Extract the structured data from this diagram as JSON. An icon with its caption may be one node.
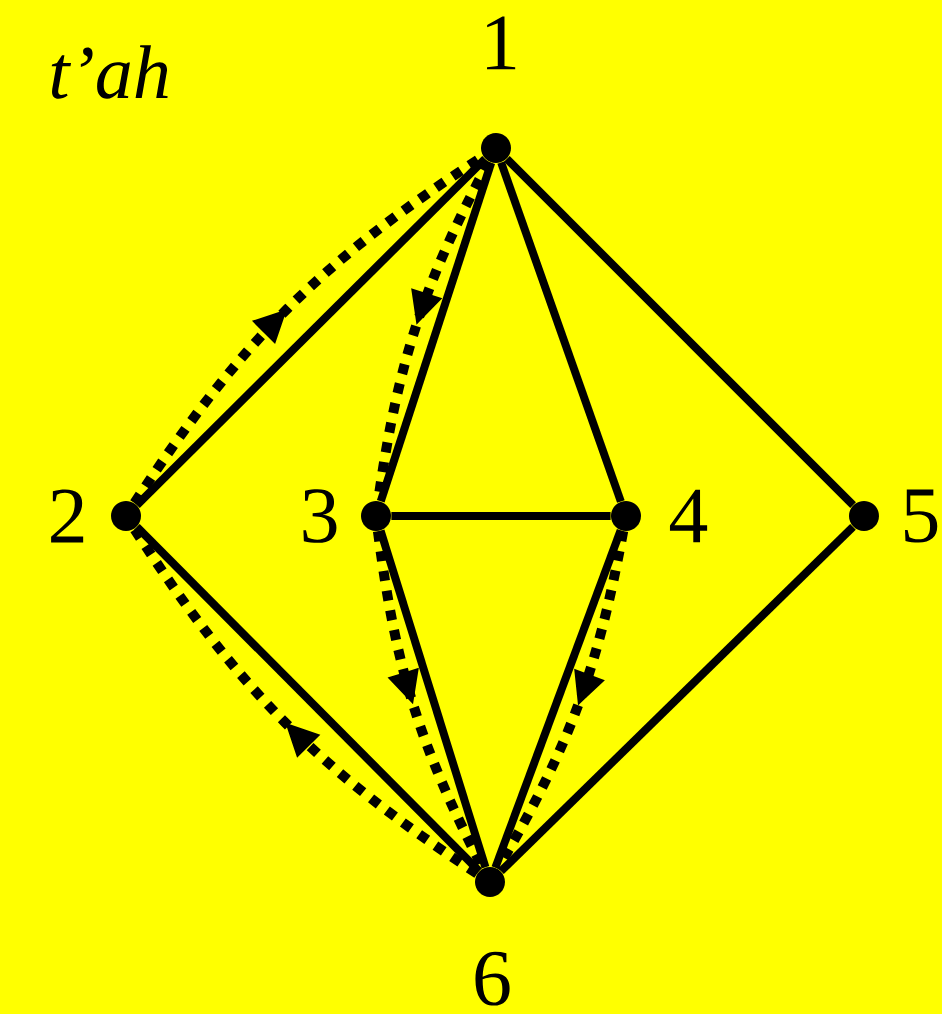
{
  "diagram": {
    "title": "*t’ah*",
    "nodes": [
      {
        "text": [],
        "shape": "circle",
        "beside": [
          "1"
        ]
      },
      {
        "text": [],
        "shape": "circle",
        "beside": [
          "2"
        ]
      },
      {
        "text": [],
        "shape": "circle",
        "beside": [
          "3"
        ]
      },
      {
        "text": [],
        "shape": "circle",
        "beside": [
          "4"
        ]
      },
      {
        "text": [],
        "shape": "circle",
        "beside": [
          "5"
        ]
      },
      {
        "text": [],
        "shape": "circle",
        "beside": [
          "6"
        ]
      }
    ],
    "edges": [
      {
        "from": 0,
        "to": 1,
        "arrow": "none"
      },
      {
        "from": 0,
        "to": 2,
        "arrow": "none"
      },
      {
        "from": 0,
        "to": 3,
        "arrow": "none"
      },
      {
        "from": 0,
        "to": 4,
        "arrow": "none"
      },
      {
        "from": 2,
        "to": 3,
        "arrow": "none"
      },
      {
        "from": 1,
        "to": 5,
        "arrow": "none"
      },
      {
        "from": 2,
        "to": 5,
        "arrow": "none"
      },
      {
        "from": 3,
        "to": 5,
        "arrow": "none"
      },
      {
        "from": 4,
        "to": 5,
        "arrow": "none"
      },
      {
        "from": 1,
        "to": 0,
        "arrow": "to",
        "style": "dashed"
      },
      {
        "from": 0,
        "to": 2,
        "arrow": "to",
        "style": "dashed"
      },
      {
        "from": 2,
        "to": 5,
        "arrow": "to",
        "style": "dashed"
      },
      {
        "from": 3,
        "to": 5,
        "arrow": "to",
        "style": "dashed"
      },
      {
        "from": 5,
        "to": 1,
        "arrow": "to",
        "style": "dashed"
      }
    ]
  }
}
